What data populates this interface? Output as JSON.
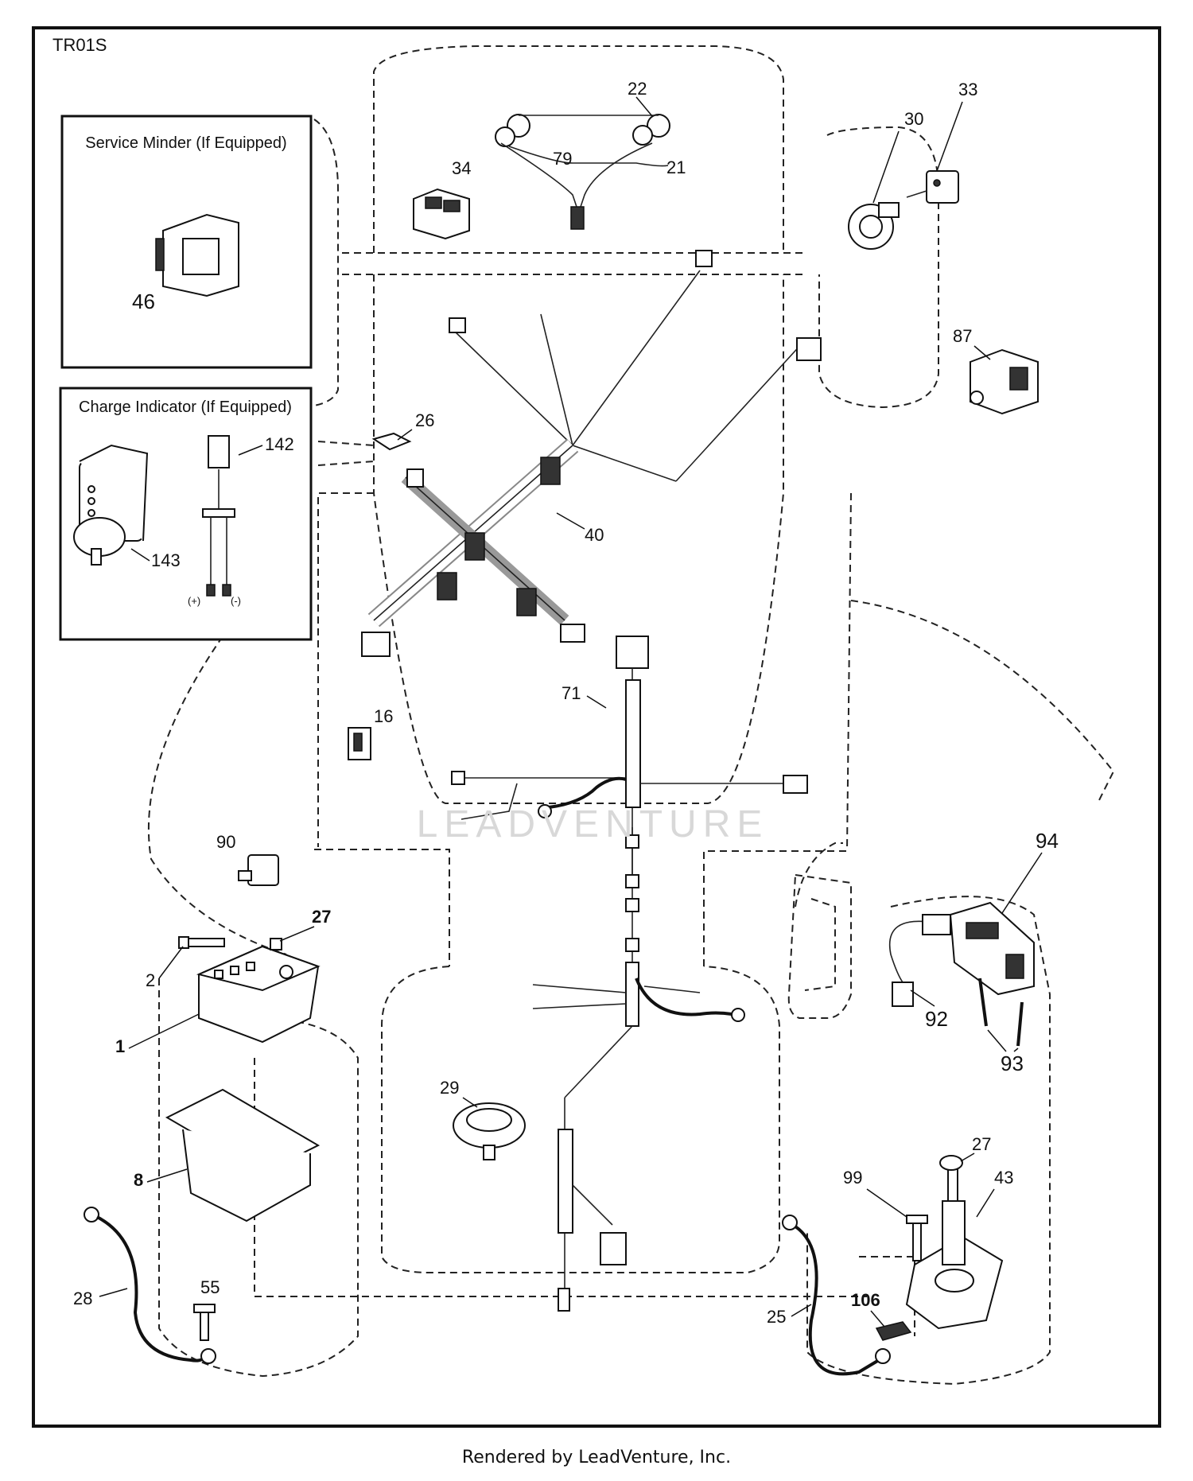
{
  "diagram_id": "TR01S",
  "footer": "Rendered by LeadVenture, Inc.",
  "watermark": "LEADVENTURE",
  "boxes": {
    "service_minder": {
      "title": "Service Minder (If Equipped)",
      "part": "46"
    },
    "charge_indicator": {
      "title": "Charge Indicator (If Equipped)",
      "parts": [
        "142",
        "143"
      ],
      "pos_label": "(+)",
      "neg_label": "(-)"
    }
  },
  "labels": {
    "p1": "1",
    "p2": "2",
    "p8": "8",
    "p16": "16",
    "p21": "21",
    "p22": "22",
    "p25": "25",
    "p26": "26",
    "p27a": "27",
    "p27b": "27",
    "p28": "28",
    "p29": "29",
    "p30": "30",
    "p33": "33",
    "p34": "34",
    "p40": "40",
    "p43": "43",
    "p46": "46",
    "p55": "55",
    "p71": "71",
    "p79": "79",
    "p87": "87",
    "p90": "90",
    "p92": "92",
    "p93": "93",
    "p94": "94",
    "p99": "99",
    "p106": "106",
    "p142": "142",
    "p143": "143"
  }
}
